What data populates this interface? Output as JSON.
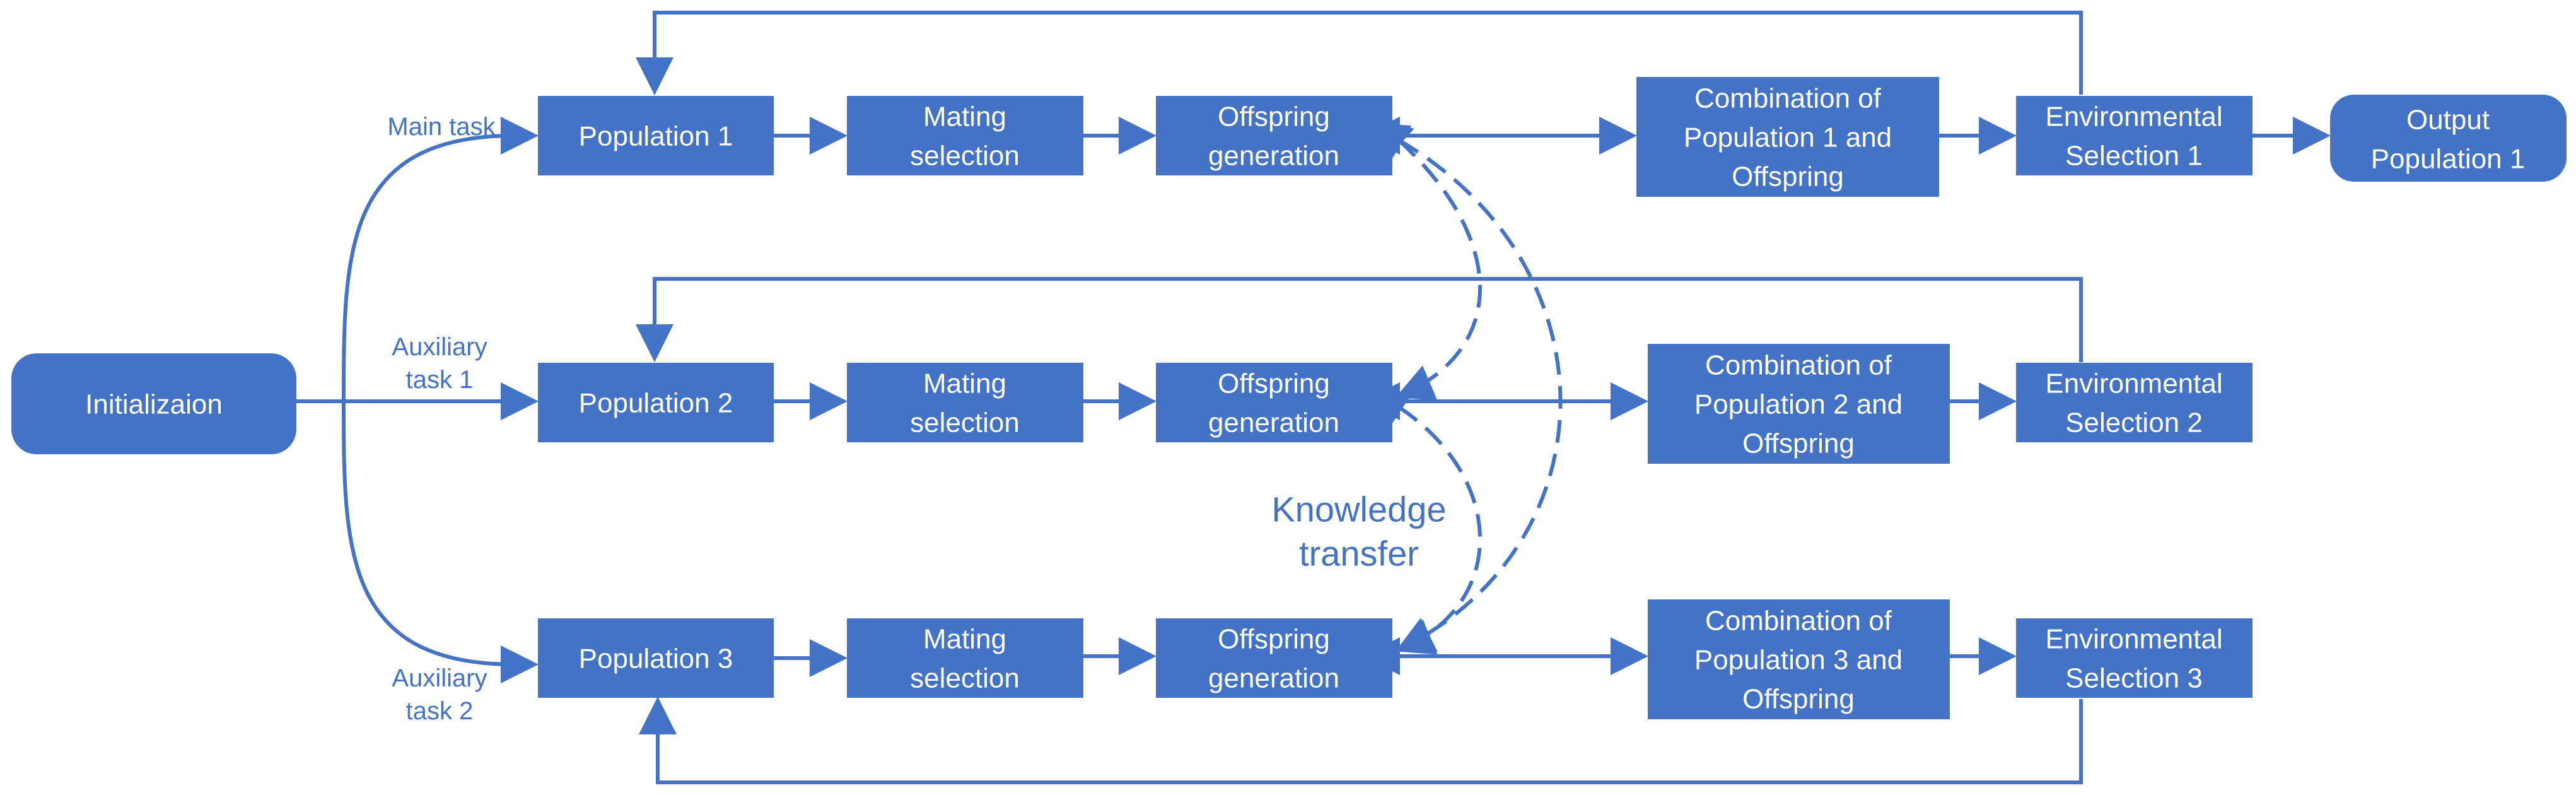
{
  "nodes": {
    "init": [
      "Initializaion"
    ],
    "pop1": [
      "Population 1"
    ],
    "mat1": [
      "Mating",
      "selection"
    ],
    "off1": [
      "Offspring",
      "generation"
    ],
    "comb1": [
      "Combination of",
      "Population 1 and",
      "Offspring"
    ],
    "env1": [
      "Environmental",
      "Selection 1"
    ],
    "out1": [
      "Output",
      "Population 1"
    ],
    "pop2": [
      "Population 2"
    ],
    "mat2": [
      "Mating",
      "selection"
    ],
    "off2": [
      "Offspring",
      "generation"
    ],
    "comb2": [
      "Combination of",
      "Population 2 and",
      "Offspring"
    ],
    "env2": [
      "Environmental",
      "Selection 2"
    ],
    "pop3": [
      "Population 3"
    ],
    "mat3": [
      "Mating",
      "selection"
    ],
    "off3": [
      "Offspring",
      "generation"
    ],
    "comb3": [
      "Combination of",
      "Population 3 and",
      "Offspring"
    ],
    "env3": [
      "Environmental",
      "Selection 3"
    ]
  },
  "edge_labels": {
    "main_task": [
      "Main task"
    ],
    "aux1": [
      "Auxiliary",
      "task 1"
    ],
    "aux2": [
      "Auxiliary",
      "task 2"
    ],
    "knowledge": [
      "Knowledge",
      "transfer"
    ]
  },
  "colors": {
    "box_fill": "#4472C4",
    "box_text": "#FFFFFF",
    "line": "#4472C4"
  }
}
